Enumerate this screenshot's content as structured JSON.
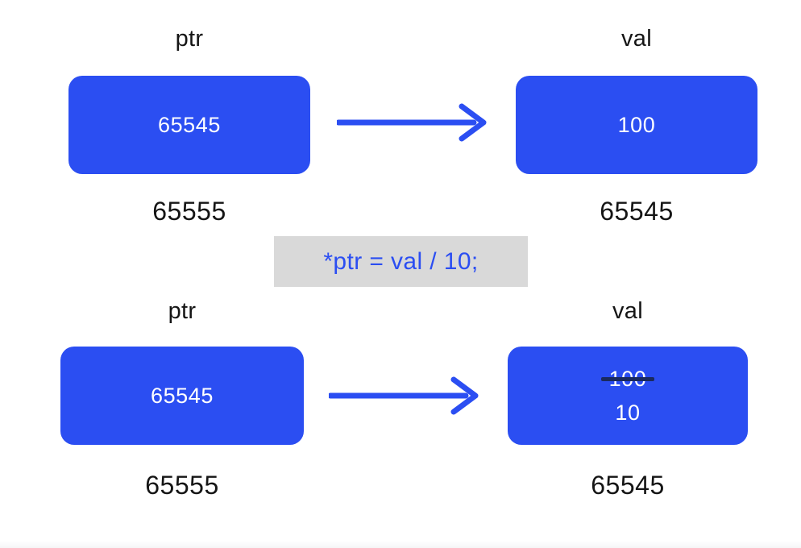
{
  "colors": {
    "accent_blue": "#2b4ef2",
    "box_text": "#ffffff",
    "label_text": "#151515",
    "code_bg": "#d9d9d9",
    "strike_line": "#1a2a5e",
    "footer_strip": "#f6f6f7"
  },
  "code_snippet": "*ptr = val / 10;",
  "before": {
    "ptr": {
      "label": "ptr",
      "value": "65545",
      "address": "65555"
    },
    "val": {
      "label": "val",
      "value": "100",
      "address": "65545"
    }
  },
  "after": {
    "ptr": {
      "label": "ptr",
      "value": "65545",
      "address": "65555"
    },
    "val": {
      "label": "val",
      "old_value": "100",
      "new_value": "10",
      "address": "65545"
    }
  }
}
